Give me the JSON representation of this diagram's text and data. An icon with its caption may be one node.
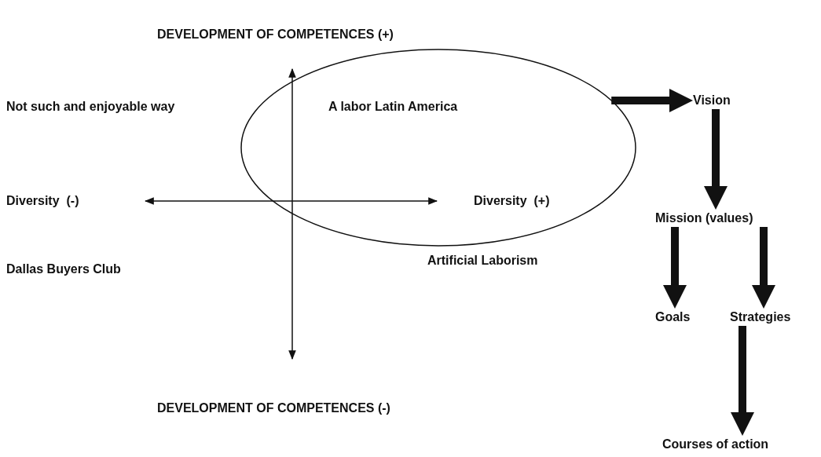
{
  "diagram": {
    "nodes": [
      {
        "text": [
          "A labor Latin America"
        ]
      },
      {
        "text": [
          "Vision"
        ]
      },
      {
        "text": [
          "Mission (values)"
        ]
      },
      {
        "text": [
          "Goals"
        ]
      },
      {
        "text": [
          "Strategies"
        ]
      },
      {
        "text": [
          "Courses of action"
        ]
      }
    ],
    "edges": [
      {
        "from": 0,
        "to": 1,
        "arrow": "to"
      },
      {
        "from": 1,
        "to": 2,
        "arrow": "to"
      },
      {
        "from": 2,
        "to": 3,
        "arrow": "to"
      },
      {
        "from": 2,
        "to": 4,
        "arrow": "to"
      },
      {
        "from": 4,
        "to": 5,
        "arrow": "to"
      }
    ],
    "labels": [
      "DEVELOPMENT OF COMPETENCES (+)",
      "Not such and enjoyable way",
      "Diversity  (-)",
      "Diversity  (+)",
      "Artificial Laborism",
      "Dallas Buyers Club",
      "DEVELOPMENT OF COMPETENCES (-)"
    ]
  }
}
